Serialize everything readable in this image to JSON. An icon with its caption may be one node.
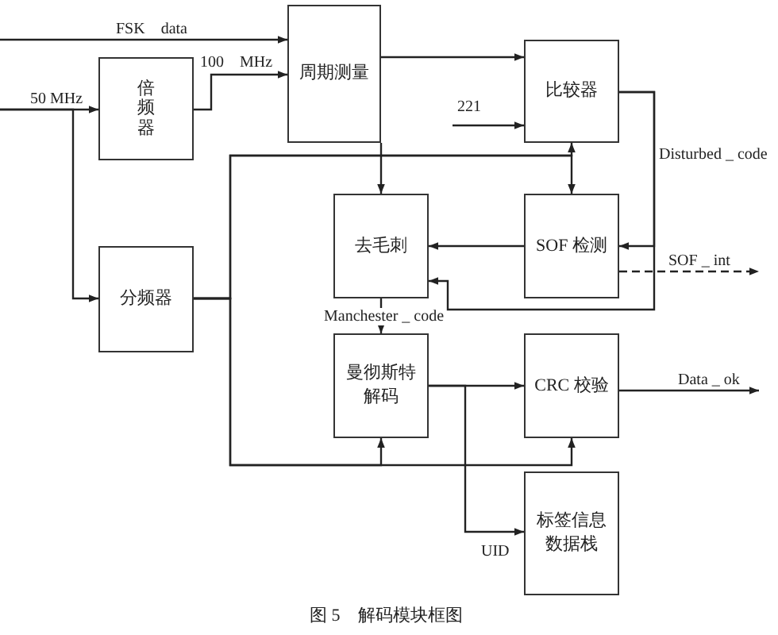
{
  "diagram": {
    "caption": "图 5　解码模块框图",
    "nodes": [
      {
        "text": [
          "周期测量"
        ]
      },
      {
        "text": [
          "倍频器"
        ]
      },
      {
        "text": [
          "比较器"
        ]
      },
      {
        "text": [
          "去毛刺"
        ]
      },
      {
        "text": [
          "SOF 检测"
        ]
      },
      {
        "text": [
          "分频器"
        ]
      },
      {
        "text": [
          "曼彻斯特解码"
        ]
      },
      {
        "text": [
          "CRC 校验"
        ]
      },
      {
        "text": [
          "标签信息数据栈"
        ]
      }
    ],
    "edges": [
      {
        "from": null,
        "to": 0,
        "arrow": "to",
        "label": "FSK　data"
      },
      {
        "from": null,
        "to": 1,
        "arrow": "to",
        "label": "50 MHz"
      },
      {
        "from": null,
        "to": 5,
        "arrow": "to"
      },
      {
        "from": 1,
        "to": 0,
        "arrow": "to",
        "label": "100　MHz"
      },
      {
        "from": 0,
        "to": 2,
        "arrow": "to"
      },
      {
        "from": null,
        "to": 2,
        "arrow": "to",
        "label": "221"
      },
      {
        "from": 0,
        "to": 3,
        "arrow": "to"
      },
      {
        "from": 5,
        "to": 2,
        "arrow": "to"
      },
      {
        "from": 5,
        "to": 4,
        "arrow": "to"
      },
      {
        "from": 5,
        "to": 6,
        "arrow": "to"
      },
      {
        "from": 5,
        "to": 7,
        "arrow": "to"
      },
      {
        "from": 2,
        "to": 4,
        "arrow": "to",
        "label": "Disturbed _ code"
      },
      {
        "from": 2,
        "to": 3,
        "arrow": "to"
      },
      {
        "from": 4,
        "to": 3,
        "arrow": "to"
      },
      {
        "from": 4,
        "to": null,
        "arrow": "to",
        "label": "SOF _ int",
        "style": "dashed"
      },
      {
        "from": 3,
        "to": 6,
        "arrow": "to",
        "label": "Manchester _ code"
      },
      {
        "from": 6,
        "to": 7,
        "arrow": "to"
      },
      {
        "from": 6,
        "to": 8,
        "arrow": "to",
        "label": "UID"
      },
      {
        "from": 7,
        "to": null,
        "arrow": "to",
        "label": "Data _ ok"
      }
    ]
  }
}
